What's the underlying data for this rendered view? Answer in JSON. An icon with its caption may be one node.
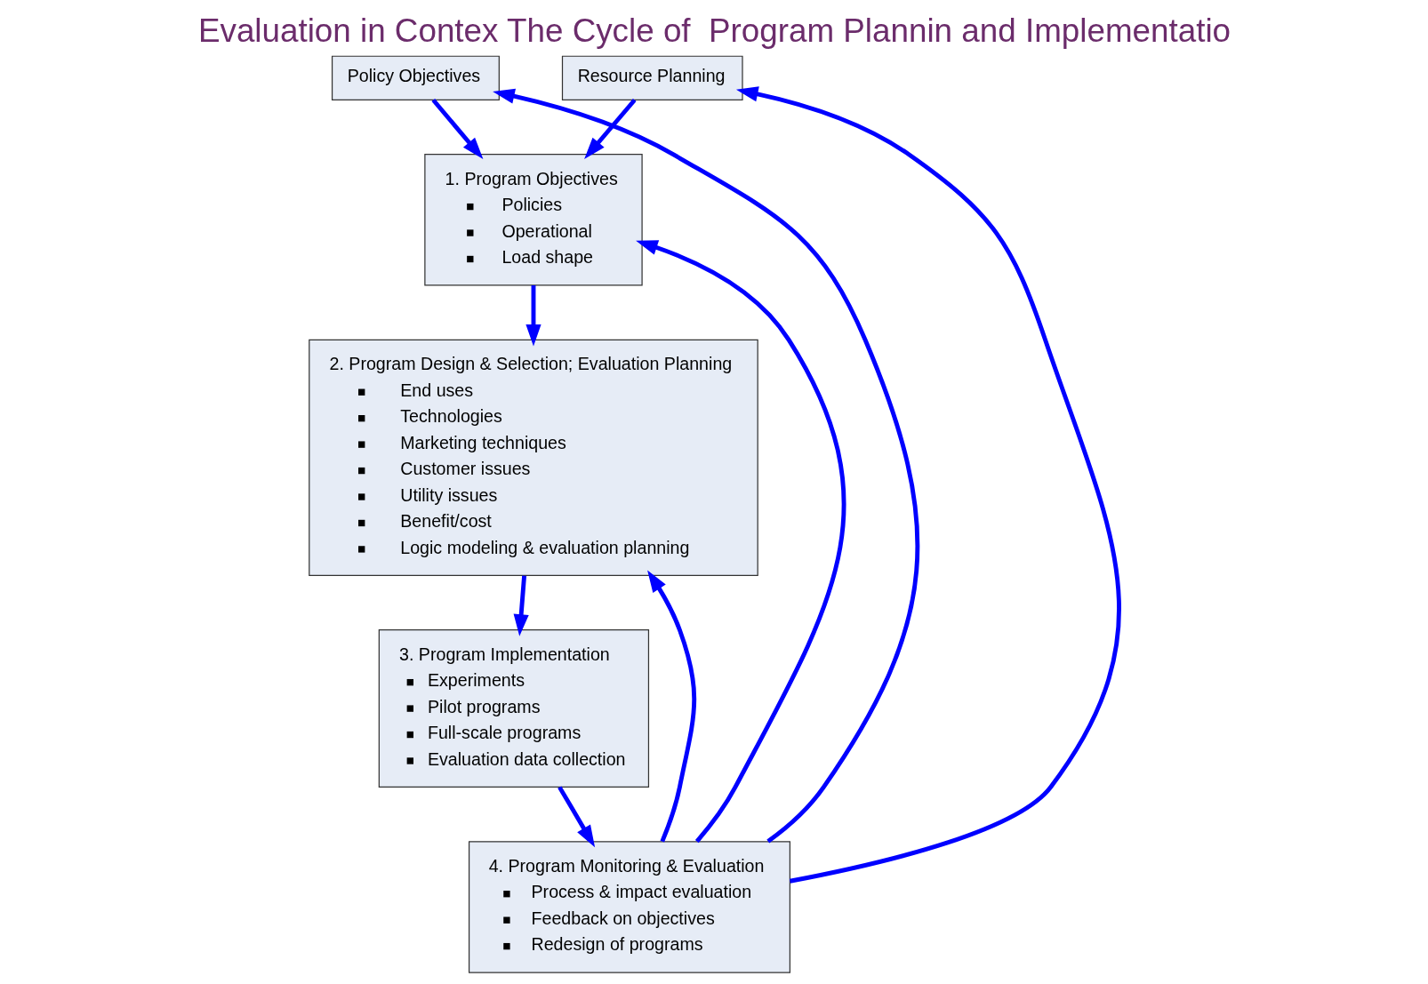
{
  "diagram": {
    "title": "Evaluation in Contex The Cycle of  Program Plannin and Implementatio",
    "nodes": [
      {
        "text": [
          "Policy Objectives"
        ]
      },
      {
        "text": [
          "Resource Planning"
        ]
      },
      {
        "text": [
          "1. Program Objectives",
          "Policies",
          "Operational",
          "Load shape"
        ]
      },
      {
        "text": [
          "2. Program Design & Selection; Evaluation Planning",
          "End uses",
          "Technologies",
          "Marketing techniques",
          "Customer issues",
          "Utility issues",
          "Benefit/cost",
          "Logic modeling & evaluation planning"
        ]
      },
      {
        "text": [
          "3. Program Implementation",
          "Experiments",
          "Pilot programs",
          "Full-scale programs",
          "Evaluation data collection"
        ]
      },
      {
        "text": [
          "4. Program Monitoring & Evaluation",
          "Process & impact evaluation",
          "Feedback on objectives",
          "Redesign of programs"
        ]
      }
    ],
    "edges": [
      {
        "from": 0,
        "to": 2,
        "arrow": "to"
      },
      {
        "from": 1,
        "to": 2,
        "arrow": "to"
      },
      {
        "from": 2,
        "to": 3,
        "arrow": "to"
      },
      {
        "from": 3,
        "to": 4,
        "arrow": "to"
      },
      {
        "from": 4,
        "to": 5,
        "arrow": "to"
      },
      {
        "from": 5,
        "to": 0,
        "arrow": "to"
      },
      {
        "from": 5,
        "to": 1,
        "arrow": "to"
      },
      {
        "from": 5,
        "to": 2,
        "arrow": "to"
      },
      {
        "from": 5,
        "to": 3,
        "arrow": "to"
      }
    ]
  }
}
